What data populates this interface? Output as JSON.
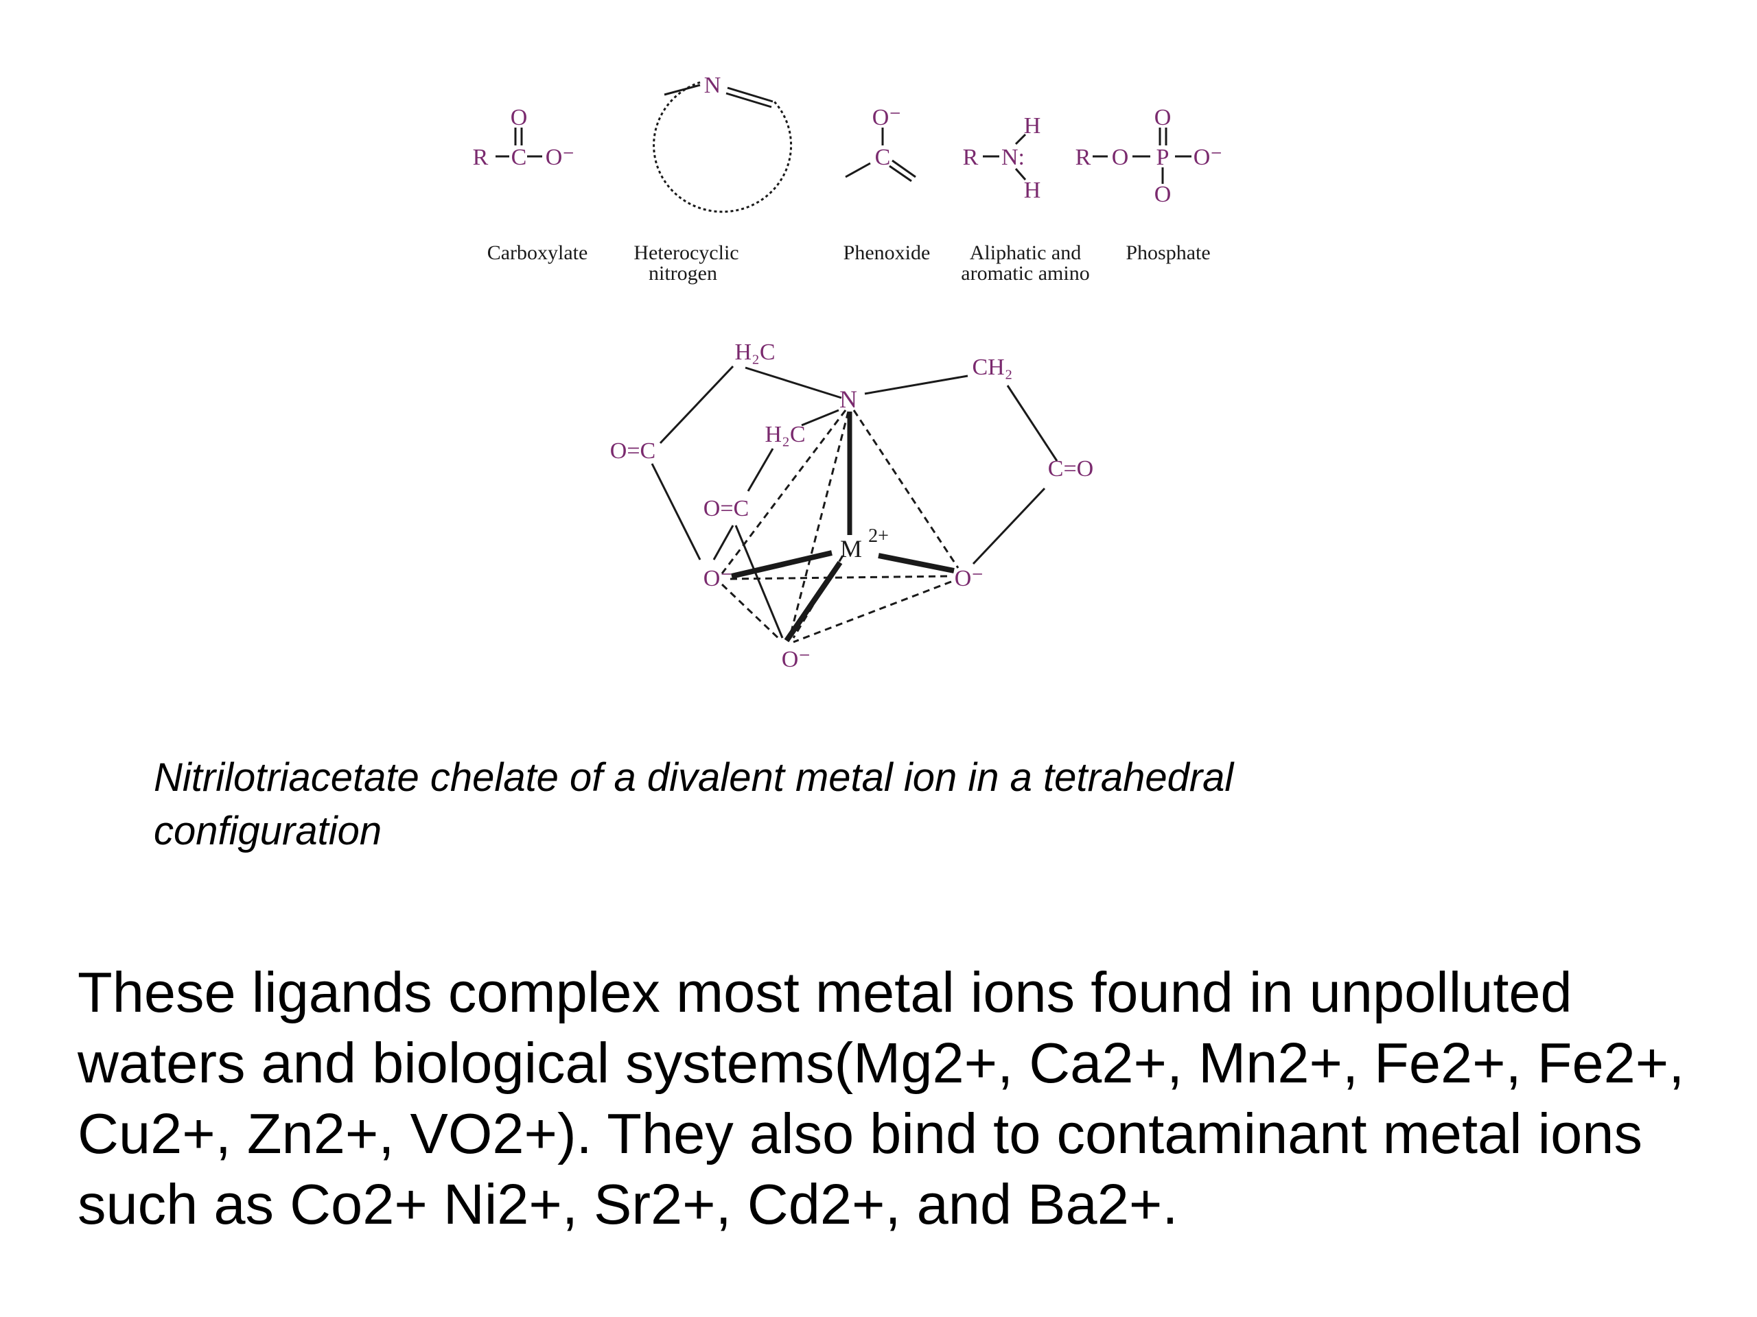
{
  "ligands": {
    "carboxylate": {
      "label": "Carboxylate",
      "r": "R",
      "c": "C",
      "o_top": "O",
      "o_minus": "O⁻"
    },
    "heterocyclic": {
      "label_line1": "Heterocyclic",
      "label_line2": "nitrogen",
      "n": "N"
    },
    "phenoxide": {
      "label": "Phenoxide",
      "o_minus": "O⁻",
      "c": "C"
    },
    "amino": {
      "label_line1": "Aliphatic and",
      "label_line2": "aromatic amino",
      "r": "R",
      "n": "N:",
      "h_top": "H",
      "h_bottom": "H"
    },
    "phosphate": {
      "label": "Phosphate",
      "r": "R",
      "o_link": "O",
      "p": "P",
      "o_top": "O",
      "o_bottom": "O",
      "o_minus": "O⁻"
    }
  },
  "chelate": {
    "n": "N",
    "metal": "M",
    "charge": "2+",
    "h2c_outer": "H₂C",
    "h2c_inner": "H₂C",
    "ch2_right": "CH₂",
    "oc_left": "O=C",
    "oc_inner": "O=C",
    "co_right": "C=O",
    "o_left": "O⁻",
    "o_right": "O⁻",
    "o_bottom": "O⁻"
  },
  "caption": "Nitrilotriacetate chelate of a divalent metal ion in a tetrahedral configuration",
  "body": "These ligands complex most metal ions found in unpolluted waters and biological systems(Mg2+, Ca2+, Mn2+, Fe2+, Fe2+, Cu2+, Zn2+, VO2+). They also bind to contaminant metal ions such as Co2+ Ni2+, Sr2+, Cd2+, and Ba2+.",
  "colors": {
    "atom_accent": "#7a2a6e",
    "ink": "#1a1a1a"
  }
}
